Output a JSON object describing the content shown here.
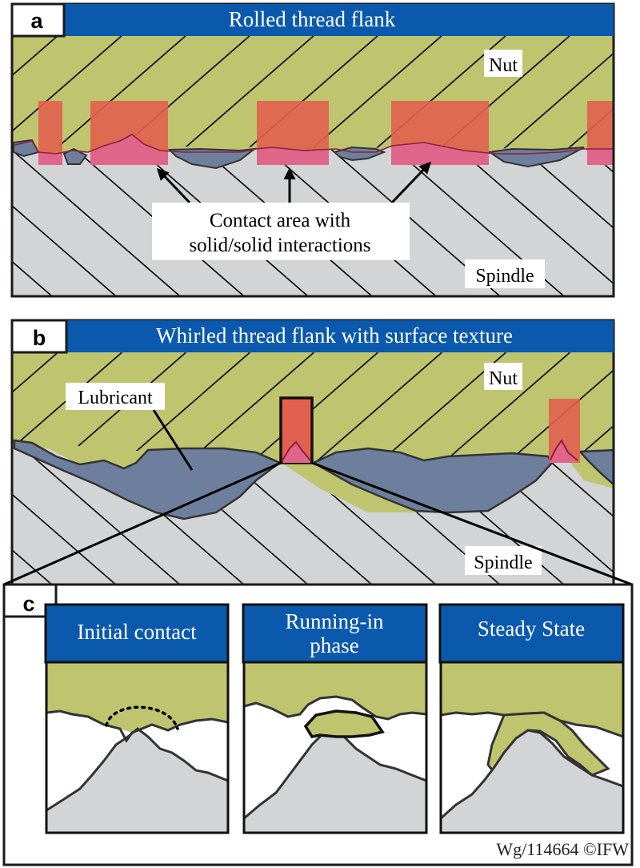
{
  "colors": {
    "nut": "#bfc46e",
    "spindle": "#d3d4d6",
    "lubricant": "#6d7f9c",
    "contact": "#e2604f",
    "contact_low": "#e0658a",
    "header_blue": "#0b59ad",
    "outline": "#1a1a1a"
  },
  "panel_a": {
    "letter": "a",
    "title": "Rolled thread flank",
    "nut_label": "Nut",
    "spindle_label": "Spindle",
    "callout_line1": "Contact area with",
    "callout_line2": "solid/solid interactions"
  },
  "panel_b": {
    "letter": "b",
    "title": "Whirled thread flank with surface texture",
    "nut_label": "Nut",
    "spindle_label": "Spindle",
    "lubricant_label": "Lubricant"
  },
  "panel_c": {
    "letter": "c",
    "stages": [
      {
        "title_lines": [
          "Initial contact"
        ]
      },
      {
        "title_lines": [
          "Running-in",
          "phase"
        ]
      },
      {
        "title_lines": [
          "Steady State"
        ]
      }
    ],
    "credit": "Wg/114664 ©IFW"
  }
}
